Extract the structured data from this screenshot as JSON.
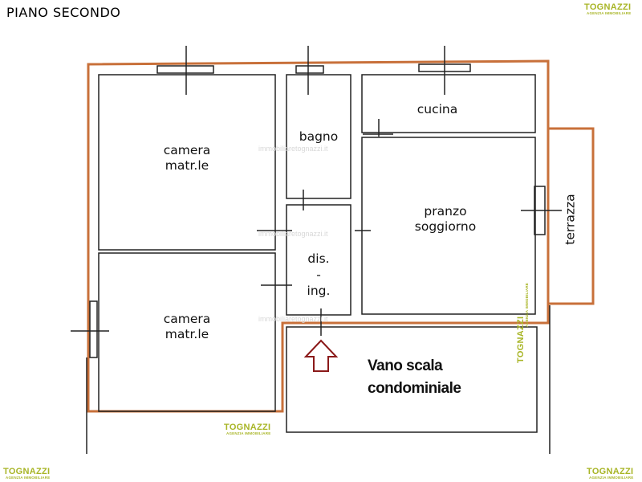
{
  "title": "PIANO SECONDO",
  "brand": {
    "name": "TOGNAZZI",
    "tagline": "AGENZIA IMMOBILIARE",
    "color": "#a8b526"
  },
  "watermark": "immobiliaretognazzi.it",
  "colors": {
    "perimeter": "#c8703a",
    "walls": "#222222",
    "stair_arrow": "#8b1a1a"
  },
  "rooms": {
    "camera_top": {
      "line1": "camera",
      "line2": "matr.le"
    },
    "camera_bottom": {
      "line1": "camera",
      "line2": "matr.le"
    },
    "bagno": "bagno",
    "cucina": "cucina",
    "pranzo": {
      "line1": "pranzo",
      "line2": "soggiorno"
    },
    "disimpegno": {
      "line1": "dis.",
      "line2": "-",
      "line3": "ing."
    },
    "terrazza": "terrazza",
    "vano_scala": {
      "line1": "Vano scala",
      "line2": "condominiale"
    }
  }
}
